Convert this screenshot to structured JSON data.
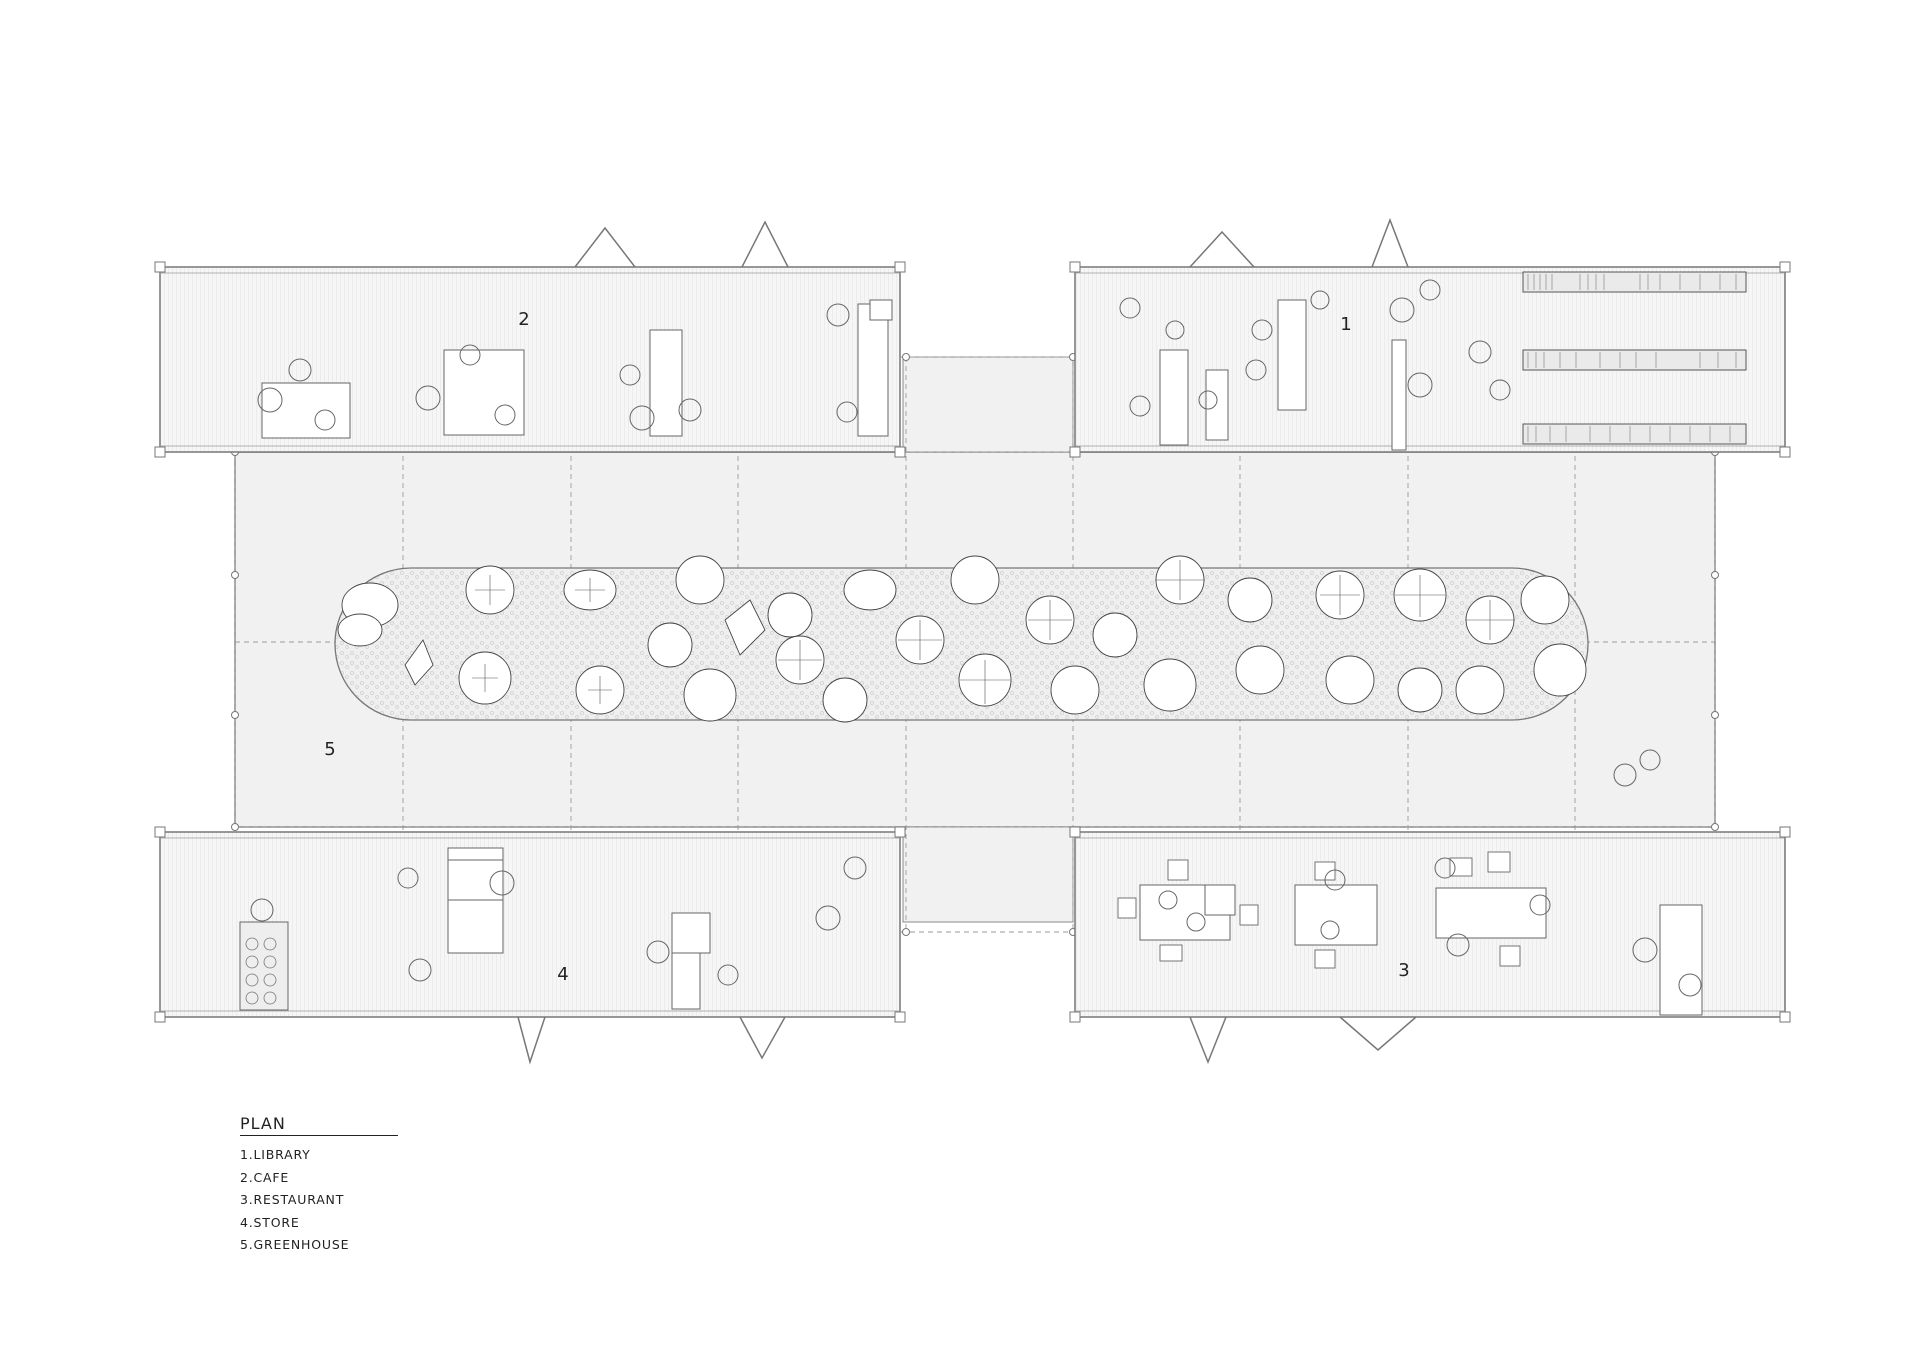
{
  "plan": {
    "zone_numbers": {
      "library": "1",
      "cafe": "2",
      "restaurant": "3",
      "store": "4",
      "greenhouse": "5"
    },
    "colors": {
      "line": "#8a8a8a",
      "dark_line": "#555555",
      "floor_hatch": "#f3f3f3",
      "greenhouse_fill": "#f0f0f0",
      "planter_fill": "#ececec",
      "grid_dash": "#9a9a9a"
    }
  },
  "legend": {
    "title": "PLAN",
    "items": [
      "1.LIBRARY",
      "2.CAFE",
      "3.RESTAURANT",
      "4.STORE",
      "5.GREENHOUSE"
    ]
  }
}
